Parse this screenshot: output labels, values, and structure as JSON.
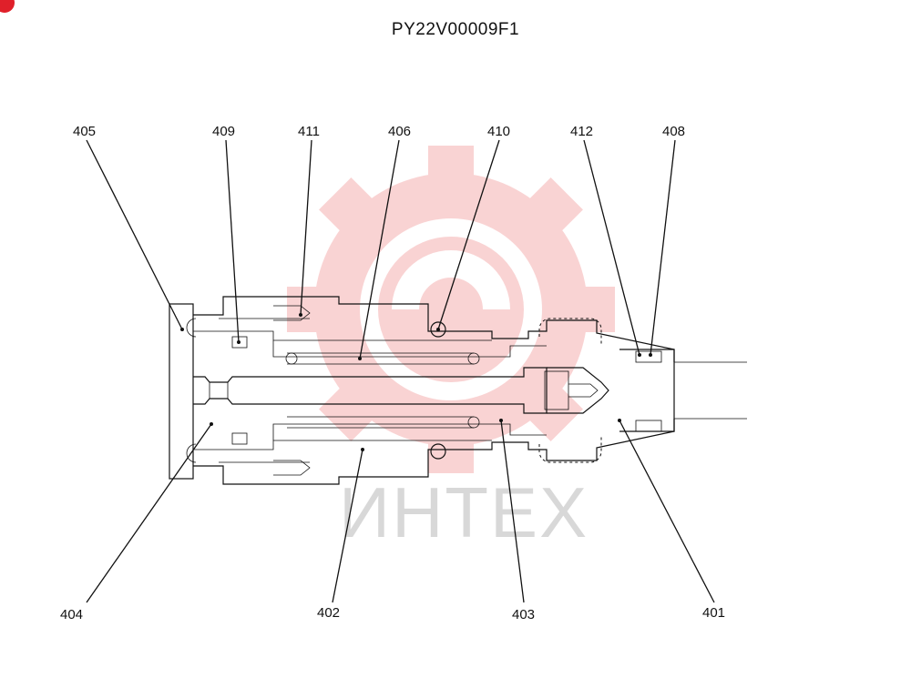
{
  "title": "PY22V00009F1",
  "watermark": {
    "text": "ИНТЕХ",
    "color": "#e83c3c"
  },
  "labels": {
    "l405": "405",
    "l409": "409",
    "l411": "411",
    "l406": "406",
    "l410": "410",
    "l412": "412",
    "l408": "408",
    "l404": "404",
    "l402": "402",
    "l403": "403",
    "l401": "401"
  }
}
